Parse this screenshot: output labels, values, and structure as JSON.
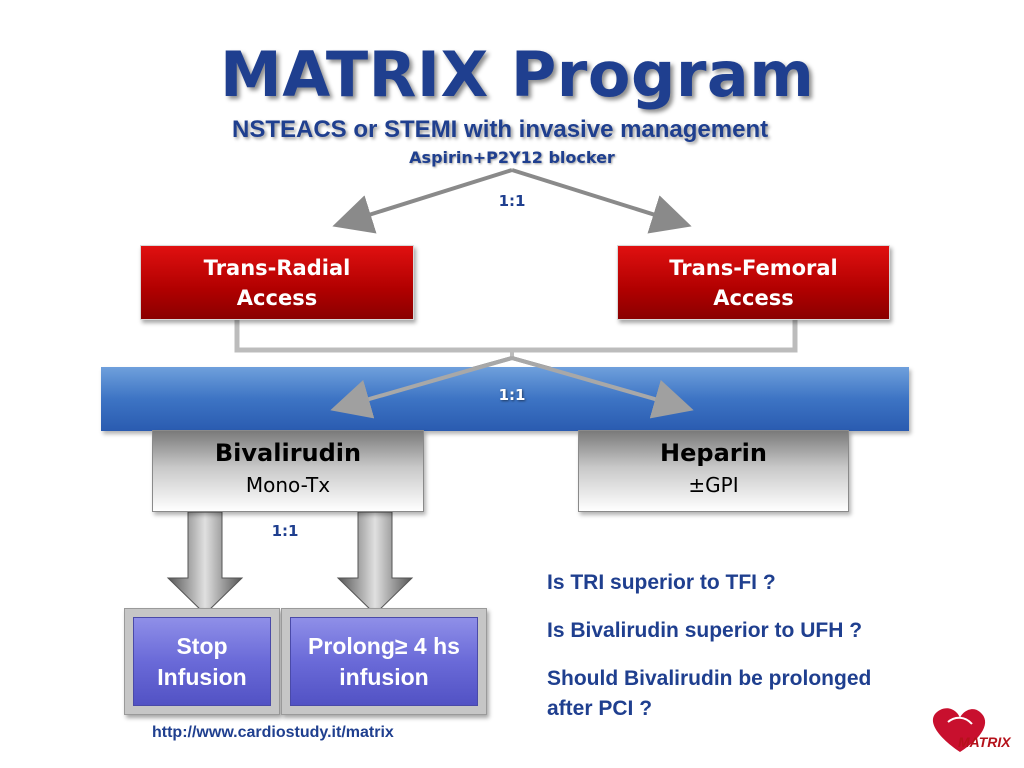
{
  "header": {
    "title": "MATRIX Program",
    "subtitle": "NSTEACS or STEMI with invasive management",
    "subtitle2": "Aspirin+P2Y12 blocker"
  },
  "randomization": {
    "first": "1:1",
    "second": "1:1",
    "third": "1:1"
  },
  "access": {
    "radial_line1": "Trans-Radial",
    "radial_line2": "Access",
    "femoral_line1": "Trans-Femoral",
    "femoral_line2": "Access"
  },
  "drugs": {
    "bival_name": "Bivalirudin",
    "bival_sub": "Mono-Tx",
    "heparin_name": "Heparin",
    "heparin_sub": "±GPI"
  },
  "infusion": {
    "stop_line1": "Stop",
    "stop_line2": "Infusion",
    "prolong_line1": "Prolong≥ 4 hs",
    "prolong_line2": "infusion"
  },
  "questions": [
    "Is TRI superior to TFI ?",
    "Is Bivalirudin superior to UFH ?",
    "Should Bivalirudin be prolonged",
    "after PCI ?"
  ],
  "footer": {
    "url": "http://www.cardiostudy.it/matrix",
    "logo": "MATRIX"
  },
  "colors": {
    "title_blue": "#1f3f8f",
    "access_red": "#c00000",
    "bar_blue": "#3d74c4",
    "box_purple": "#6a6ad8"
  }
}
